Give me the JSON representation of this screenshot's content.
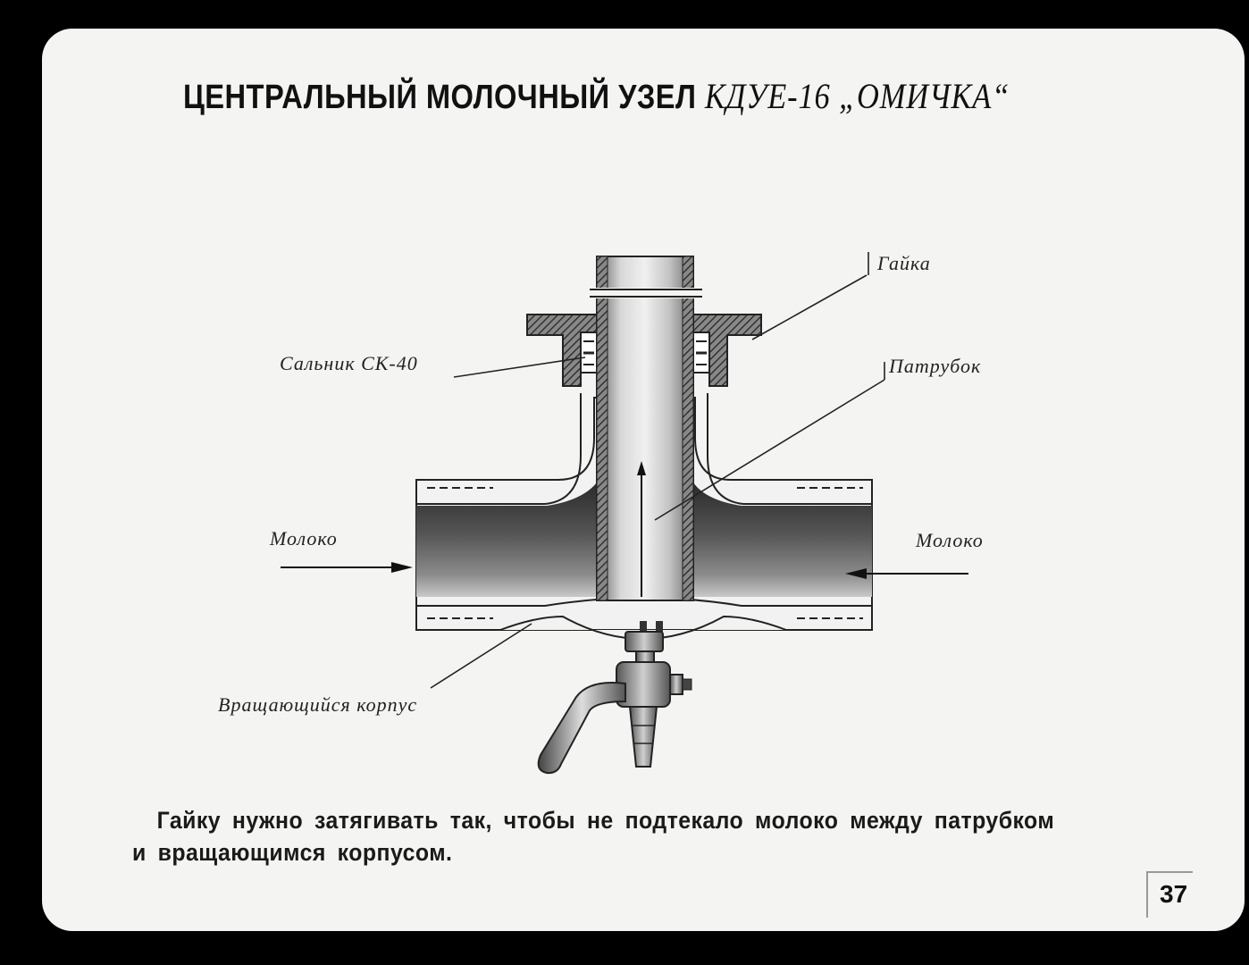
{
  "title": {
    "main": "ЦЕНТРАЛЬНЫЙ МОЛОЧНЫЙ УЗЕЛ",
    "model": "КДУЕ-16 „ОМИЧКА“"
  },
  "labels": {
    "nut": "Гайка",
    "gland": "Сальник СК-40",
    "pipe": "Патрубок",
    "milk_left": "Молоко",
    "milk_right": "Молоко",
    "rotating_body": "Вращающийся корпус"
  },
  "caption": {
    "line1": "Гайку нужно затягивать так, чтобы не подтекало молоко  между  патрубком",
    "line2": "и вращающимся корпусом."
  },
  "page_number": "37",
  "colors": {
    "background": "#000000",
    "card": "#f4f4f2",
    "ink": "#1a1a1a",
    "milk": "#4a4a4a"
  }
}
